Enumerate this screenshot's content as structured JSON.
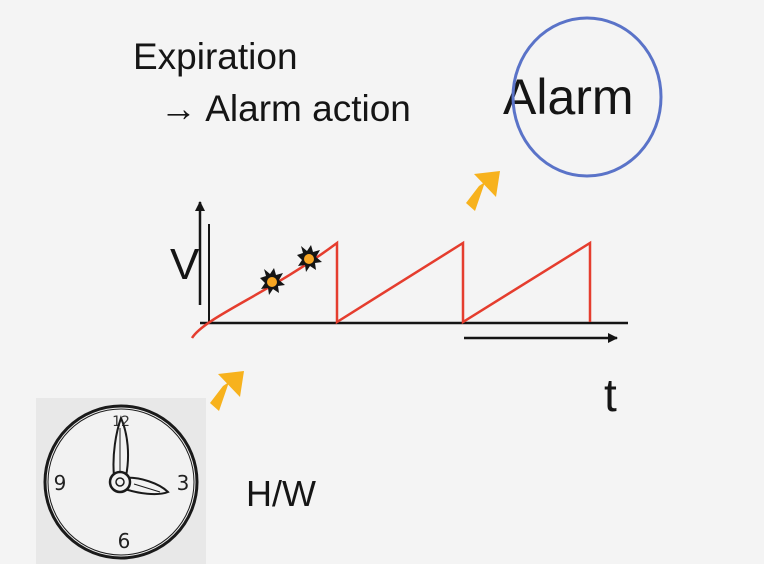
{
  "title": {
    "line1": "Expiration",
    "line2_arrow": "→",
    "line2_text": "Alarm action"
  },
  "alarm": {
    "label": "Alarm",
    "circle_color": "#5a73c8"
  },
  "graph": {
    "y_label": "V",
    "x_label": "t",
    "waveform_color": "#e53d2e",
    "waveform": "sawtooth",
    "peaks": 3
  },
  "hardware": {
    "label": "H/W",
    "icon": "analog-clock-icon",
    "clock_numerals": [
      "12",
      "3",
      "6",
      "9"
    ]
  },
  "colors": {
    "arrow": "#f7b21d",
    "marker": "#f7a623"
  }
}
